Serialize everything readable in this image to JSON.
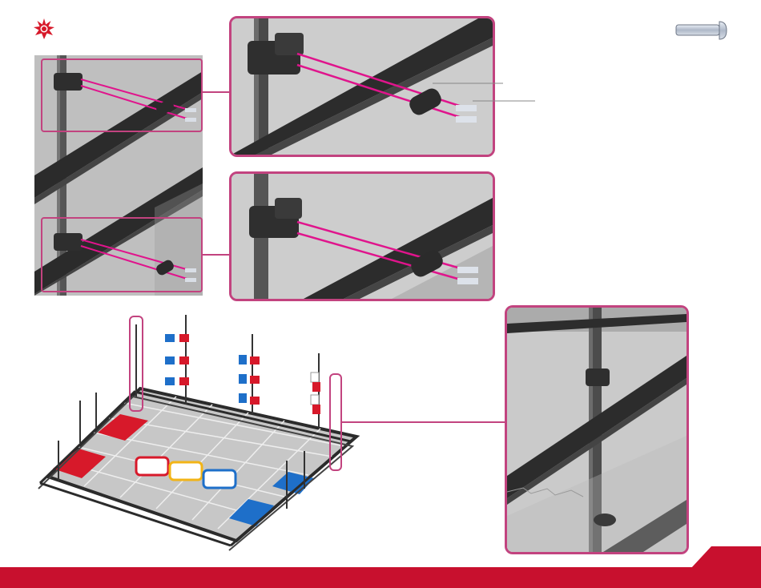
{
  "page": {
    "background": "#ffffff"
  },
  "colors": {
    "callout_border": "#c2437f",
    "laser_line": "#e0148c",
    "footer_red": "#c8102e",
    "mat_red": "#d7192a",
    "mat_blue": "#1e6fc9",
    "frame_black": "#2b2b2b",
    "field_grey": "#c4c4c4",
    "gold": "#f2b417"
  },
  "icons": {
    "warning": "red-starburst-icon",
    "part": "bolt-part-icon"
  },
  "steps": [
    {
      "id": "overview-top",
      "content": "clamp-bolt-assembly"
    },
    {
      "id": "overview-bottom",
      "content": "clamp-bolt-assembly"
    },
    {
      "id": "zoom-top",
      "content": "clamp-bolt-assembly-zoomed"
    },
    {
      "id": "zoom-bottom",
      "content": "clamp-bolt-assembly-zoomed"
    },
    {
      "id": "field-overview",
      "content": "field-perimeter"
    },
    {
      "id": "field-detail",
      "content": "post-attachment-detail"
    }
  ]
}
